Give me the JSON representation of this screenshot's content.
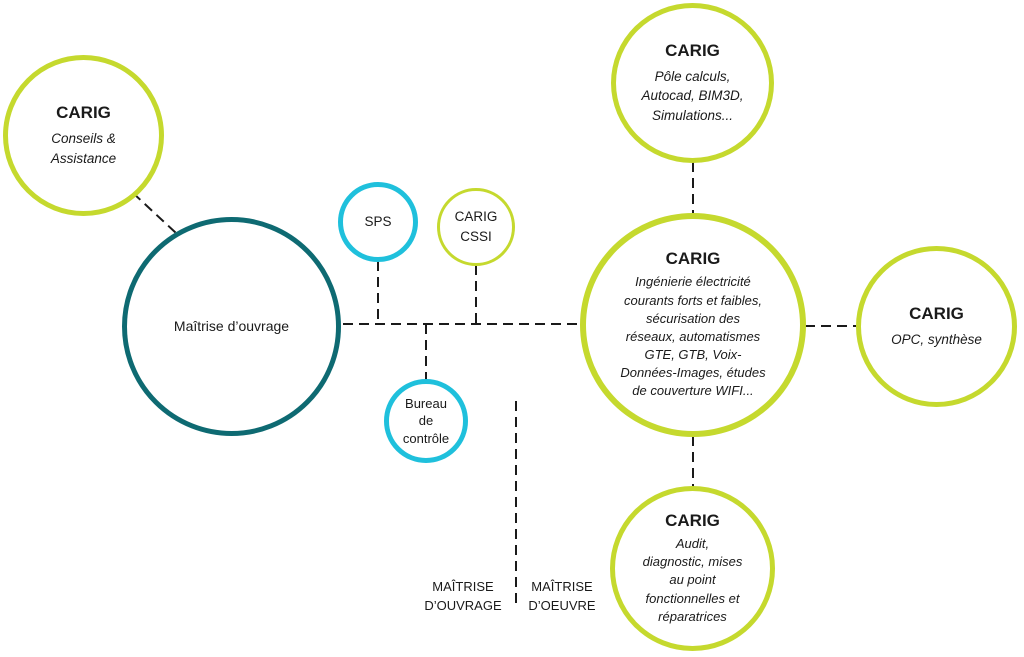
{
  "nodes": {
    "conseils": {
      "title": "CARIG",
      "desc": [
        "Conseils &",
        "Assistance"
      ]
    },
    "pole": {
      "title": "CARIG",
      "desc": [
        "Pôle calculs,",
        "Autocad, BIM3D,",
        "Simulations..."
      ]
    },
    "moa": {
      "label": "Maîtrise d’ouvrage"
    },
    "sps": {
      "label": "SPS"
    },
    "cssi": {
      "lines": [
        "CARIG",
        "CSSI"
      ]
    },
    "bureau": {
      "lines": [
        "Bureau",
        "de",
        "contrôle"
      ]
    },
    "main": {
      "title": "CARIG",
      "desc": [
        "Ingénierie électricité",
        "courants forts et faibles,",
        "sécurisation des",
        "réseaux, automatismes",
        "GTE, GTB, Voix-",
        "Données-Images, études",
        "de couverture WIFI..."
      ]
    },
    "opc": {
      "title": "CARIG",
      "desc": [
        "OPC, synthèse"
      ]
    },
    "audit": {
      "title": "CARIG",
      "desc": [
        "Audit,",
        "diagnostic, mises",
        "au point",
        "fonctionnelles et",
        "réparatrices"
      ]
    }
  },
  "separator": {
    "left": [
      "MAÎTRISE",
      "D’OUVRAGE"
    ],
    "right": [
      "MAÎTRISE",
      "D’OEUVRE"
    ]
  },
  "colors": {
    "lime": "#c5d92e",
    "cyan": "#1fc0dc",
    "teal": "#0e6a72",
    "connector": "#1a1a1a"
  }
}
